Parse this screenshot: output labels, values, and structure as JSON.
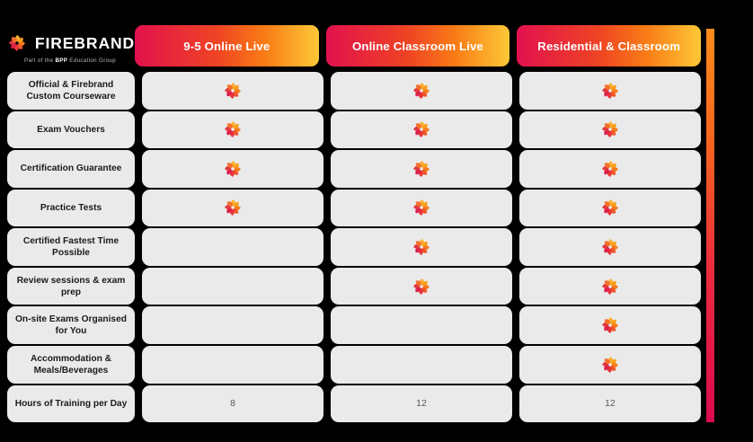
{
  "brand": {
    "logo_icon": "firebrand-flame-icon",
    "name": "FIREBRAND",
    "tagline_prefix": "Part of the ",
    "tagline_strong": "BPP",
    "tagline_suffix": " Education Group"
  },
  "colors": {
    "background": "#000000",
    "cell": "#eaeaea",
    "gradient_start": "#e2114e",
    "gradient_mid": "#f97b16",
    "gradient_end": "#fdc837",
    "text": "#1b1b1b"
  },
  "table": {
    "columns": [
      {
        "label": "9-5 Online Live"
      },
      {
        "label": "Online Classroom Live"
      },
      {
        "label": "Residential & Classroom"
      }
    ],
    "rows": [
      {
        "label": "Official & Firebrand Custom Courseware",
        "cells": [
          "tick",
          "tick",
          "tick"
        ]
      },
      {
        "label": "Exam Vouchers",
        "cells": [
          "tick",
          "tick",
          "tick"
        ]
      },
      {
        "label": "Certification Guarantee",
        "cells": [
          "tick",
          "tick",
          "tick"
        ]
      },
      {
        "label": "Practice Tests",
        "cells": [
          "tick",
          "tick",
          "tick"
        ]
      },
      {
        "label": "Certified Fastest Time Possible",
        "cells": [
          "",
          "tick",
          "tick"
        ]
      },
      {
        "label": "Review sessions & exam prep",
        "cells": [
          "",
          "tick",
          "tick"
        ]
      },
      {
        "label": "On-site Exams Organised for You",
        "cells": [
          "",
          "",
          "tick"
        ]
      },
      {
        "label": "Accommodation & Meals/Beverages",
        "cells": [
          "",
          "",
          "tick"
        ]
      },
      {
        "label": "Hours of Training per Day",
        "cells": [
          "8",
          "12",
          "12"
        ]
      }
    ]
  },
  "accent_bar": {
    "name": "vertical-gradient-bar"
  }
}
